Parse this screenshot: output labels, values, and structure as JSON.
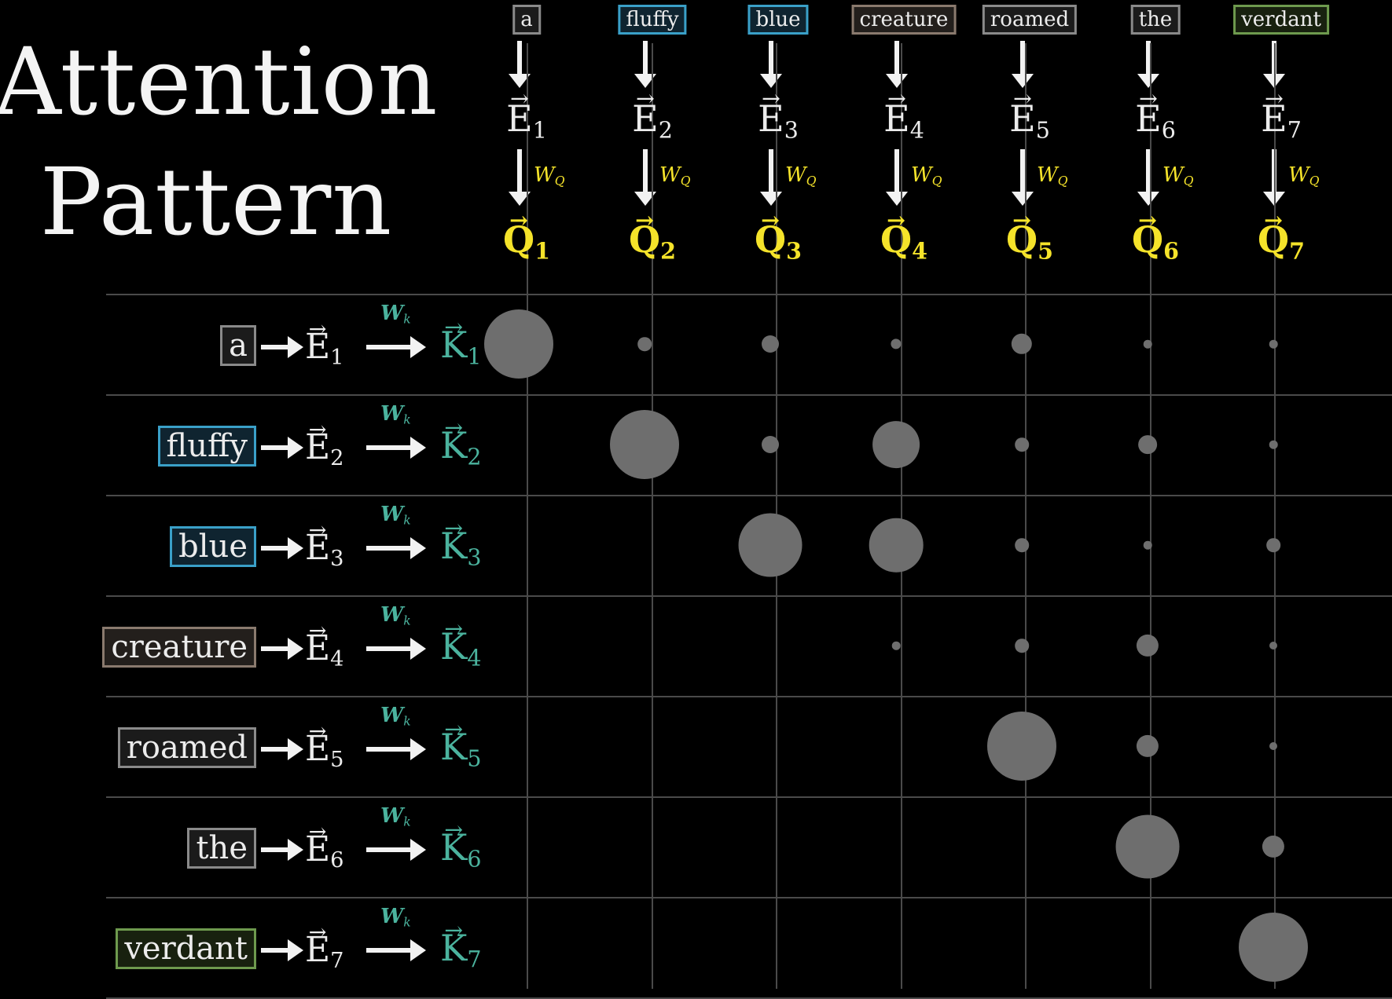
{
  "title": [
    "Attention",
    "Pattern"
  ],
  "colors": {
    "query": "#f5e32a",
    "key": "#4bb39e",
    "dot": "#6e6e6e",
    "grid": "#4a4a4a"
  },
  "tokens": [
    {
      "word": "a",
      "border": "#8a8a8a",
      "bg": "#1b1b1b"
    },
    {
      "word": "fluffy",
      "border": "#3aa0c8",
      "bg": "#0f2430"
    },
    {
      "word": "blue",
      "border": "#3aa0c8",
      "bg": "#0f2430"
    },
    {
      "word": "creature",
      "border": "#8a7a6e",
      "bg": "#231f1c"
    },
    {
      "word": "roamed",
      "border": "#8a8a8a",
      "bg": "#1b1b1b"
    },
    {
      "word": "the",
      "border": "#8a8a8a",
      "bg": "#1b1b1b"
    },
    {
      "word": "verdant",
      "border": "#6e9a4e",
      "bg": "#18210f"
    }
  ],
  "embedding_symbol": "E",
  "query_symbol": "Q",
  "key_symbol": "K",
  "wq_label": {
    "letter": "W",
    "sub": "Q"
  },
  "wk_label": {
    "letter": "W",
    "sub": "k"
  },
  "indices": [
    "1",
    "2",
    "3",
    "4",
    "5",
    "6",
    "7"
  ],
  "attention_weights": [
    [
      1.0,
      0.2,
      0.25,
      0.15,
      0.3,
      0.12,
      0.12
    ],
    [
      null,
      1.0,
      0.25,
      0.68,
      0.2,
      0.27,
      0.12
    ],
    [
      null,
      null,
      0.92,
      0.78,
      0.2,
      0.12,
      0.2
    ],
    [
      null,
      null,
      null,
      0.12,
      0.2,
      0.32,
      0.1
    ],
    [
      null,
      null,
      null,
      null,
      1.0,
      0.32,
      0.1
    ],
    [
      null,
      null,
      null,
      null,
      null,
      0.92,
      0.32
    ],
    [
      null,
      null,
      null,
      null,
      null,
      null,
      1.0
    ]
  ]
}
